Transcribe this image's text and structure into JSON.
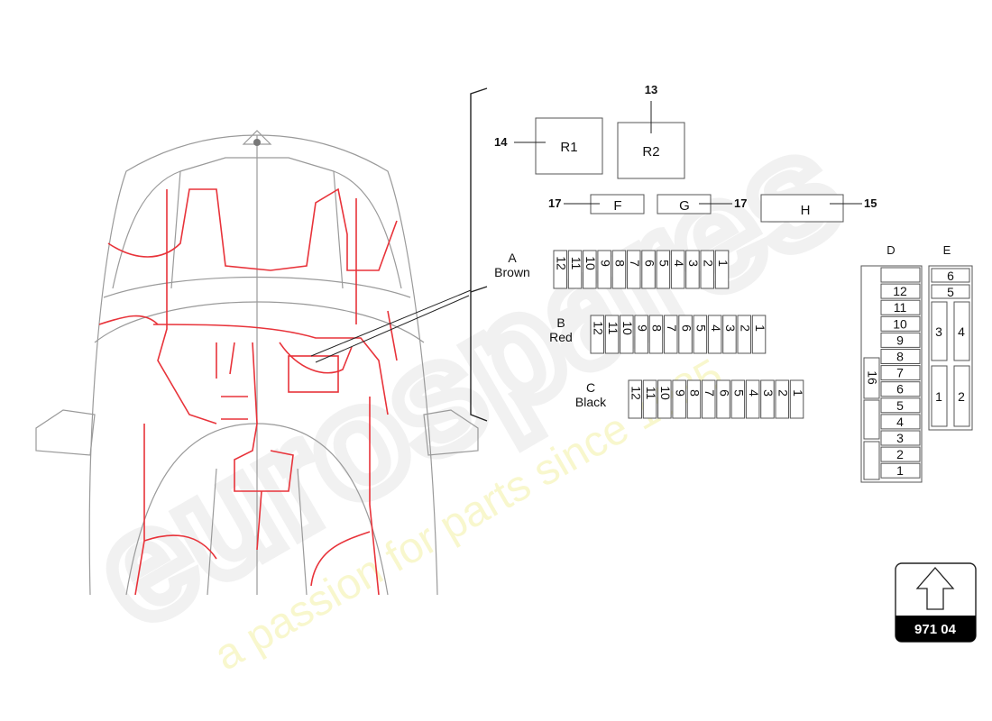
{
  "watermark": {
    "brand": "eurospares",
    "tagline": "a passion for parts since 1985"
  },
  "callouts": {
    "r1_ref": "14",
    "r2_ref": "13",
    "f_ref": "17",
    "g_ref": "17",
    "h_ref": "15"
  },
  "relays": {
    "r1": "R1",
    "r2": "R2"
  },
  "fuses_single": {
    "f": "F",
    "g": "G",
    "h": "H"
  },
  "fuse_rows": [
    {
      "letter": "A",
      "color": "Brown",
      "cells": [
        "12",
        "11",
        "10",
        "9",
        "8",
        "7",
        "6",
        "5",
        "4",
        "3",
        "2",
        "1"
      ]
    },
    {
      "letter": "B",
      "color": "Red",
      "cells": [
        "12",
        "11",
        "10",
        "9",
        "8",
        "7",
        "6",
        "5",
        "4",
        "3",
        "2",
        "1"
      ]
    },
    {
      "letter": "C",
      "color": "Black",
      "cells": [
        "12",
        "11",
        "10",
        "9",
        "8",
        "7",
        "6",
        "5",
        "4",
        "3",
        "2",
        "1"
      ]
    }
  ],
  "block_d": {
    "title": "D",
    "cells": [
      "",
      "12",
      "11",
      "10",
      "9",
      "8",
      "7",
      "6",
      "5",
      "4",
      "3",
      "2",
      "1"
    ],
    "side": "16"
  },
  "block_e": {
    "title": "E",
    "top": [
      "6",
      "5"
    ],
    "grid": [
      "3",
      "4",
      "1",
      "2"
    ]
  },
  "direction_badge": {
    "icon": "arrow-up-icon",
    "code": "971 04"
  },
  "colors": {
    "harness": "#e8333a",
    "outline": "#9a9a9a"
  }
}
